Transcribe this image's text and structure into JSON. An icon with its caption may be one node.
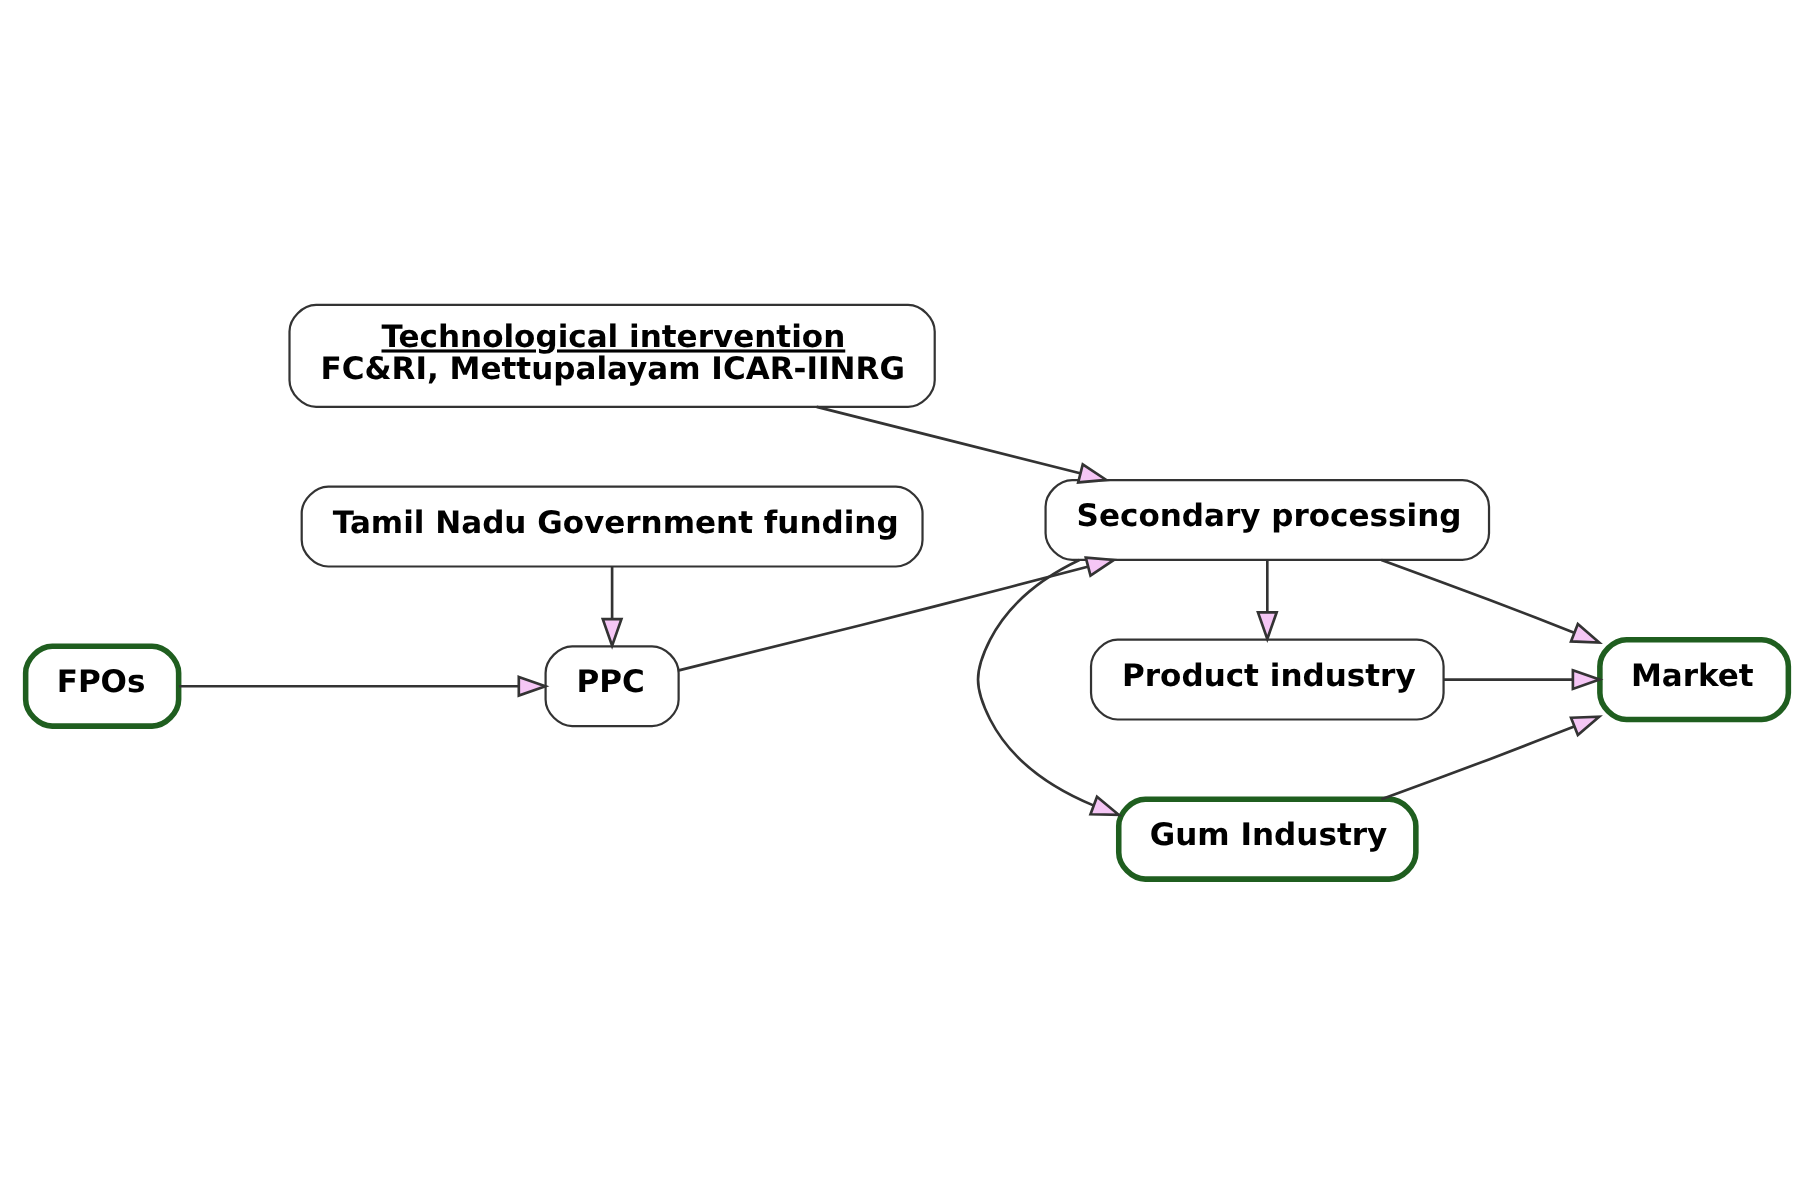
{
  "diagram": {
    "nodes": [
      {
        "text": [
          "Technological intervention",
          "FC&RI, Mettupalayam ICAR-IINRG"
        ]
      },
      {
        "text": [
          "Gum Industry"
        ]
      },
      {
        "text": [
          "FPOs"
        ]
      },
      {
        "text": [
          "PPC"
        ]
      },
      {
        "text": [
          "Secondary processing"
        ]
      },
      {
        "text": [
          "Market"
        ]
      },
      {
        "text": [
          "Tamil Nadu Government funding"
        ]
      },
      {
        "text": [
          "Product industry"
        ]
      }
    ],
    "edges": [
      {
        "from": 2,
        "to": 3,
        "arrow": "to"
      },
      {
        "from": 3,
        "to": 4,
        "arrow": "to"
      },
      {
        "from": 0,
        "to": 4,
        "arrow": "to"
      },
      {
        "from": 6,
        "to": 3,
        "arrow": "to"
      },
      {
        "from": 4,
        "to": 1,
        "arrow": "to"
      },
      {
        "from": 4,
        "to": 7,
        "arrow": "to"
      },
      {
        "from": 4,
        "to": 5,
        "arrow": "to"
      },
      {
        "from": 1,
        "to": 5,
        "arrow": "to"
      },
      {
        "from": 7,
        "to": 5,
        "arrow": "to"
      }
    ]
  }
}
